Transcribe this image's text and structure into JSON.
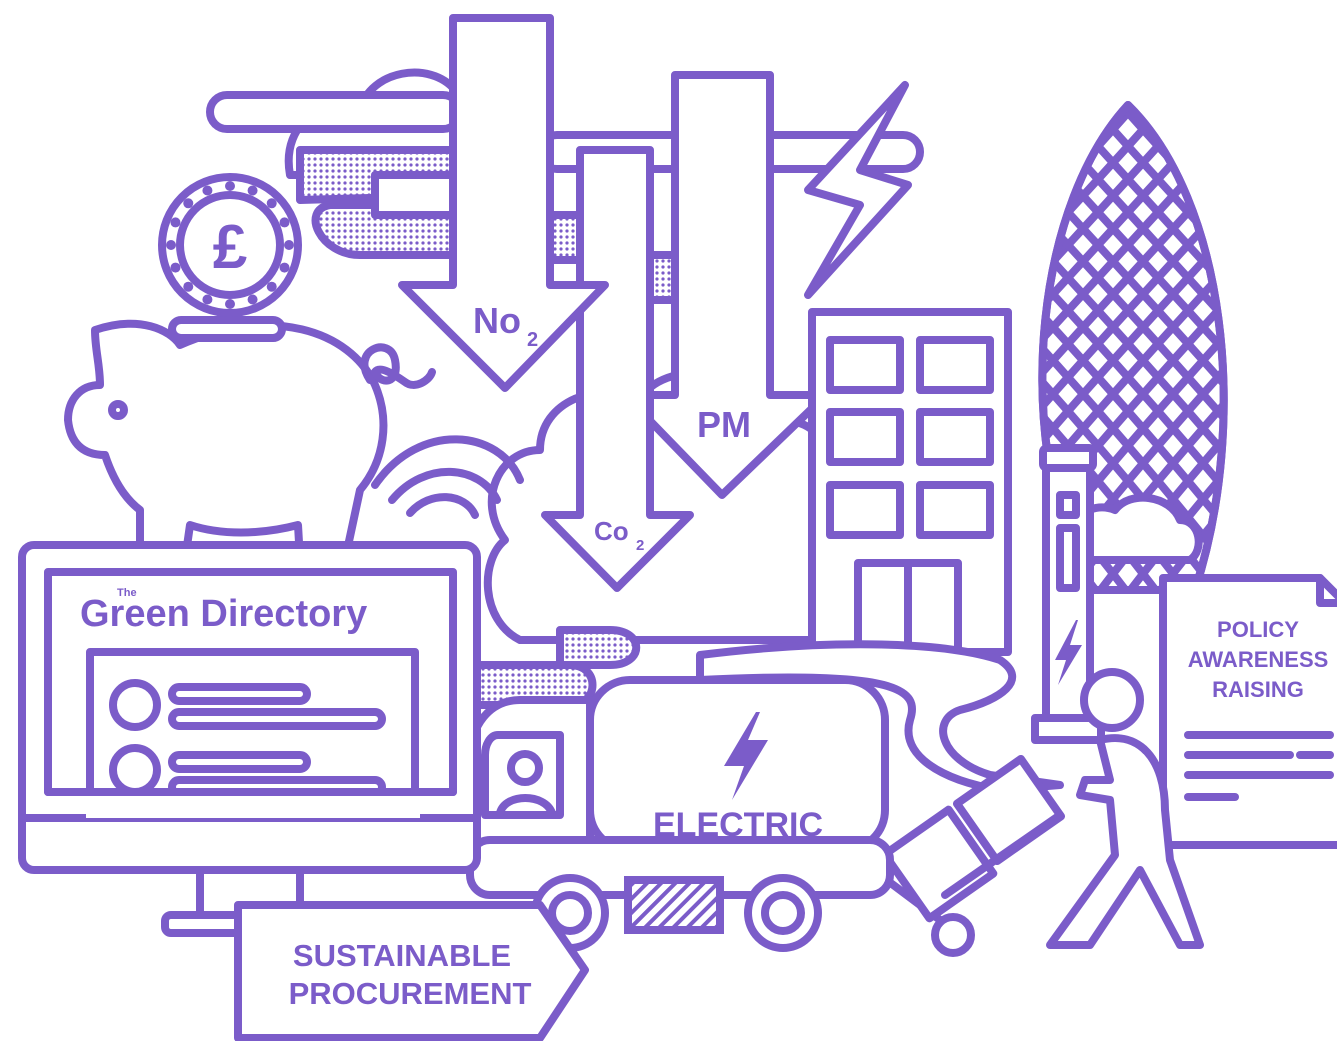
{
  "colors": {
    "primary": "#7B5CC9",
    "background": "#FFFFFF"
  },
  "labels": {
    "no2_main": "No",
    "no2_sub": "2",
    "co2_main": "Co",
    "co2_sub": "2",
    "pm": "PM",
    "directory_small": "The",
    "directory_title": "Green Directory",
    "electric": "ELECTRIC",
    "sustainable_1": "SUSTAINABLE",
    "sustainable_2": "PROCUREMENT",
    "policy_1": "POLICY",
    "policy_2": "AWARENESS",
    "policy_3": "RAISING"
  },
  "icons": [
    "pound-coin-icon",
    "lightning-icon",
    "wifi-icon",
    "piggy-bank-icon",
    "gherkin-building-icon",
    "charging-station-icon",
    "delivery-person-icon"
  ]
}
